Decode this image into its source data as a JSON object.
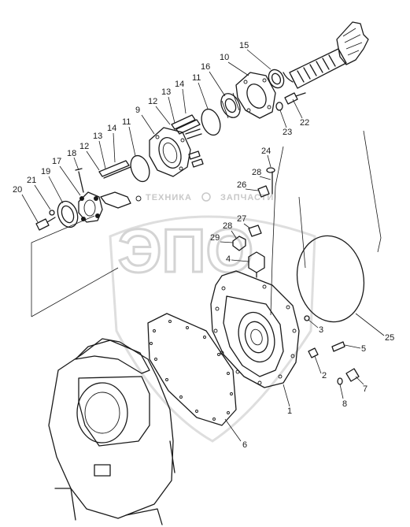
{
  "watermark": {
    "left_text": "ТЕХНИКА",
    "right_text": "ЗАПЧАСТИ",
    "logo_text": "ЭПО"
  },
  "callouts": [
    "1",
    "2",
    "3",
    "4",
    "5",
    "6",
    "7",
    "8",
    "9",
    "10",
    "11",
    "11",
    "12",
    "12",
    "13",
    "13",
    "14",
    "14",
    "15",
    "16",
    "17",
    "18",
    "19",
    "20",
    "21",
    "22",
    "23",
    "24",
    "25",
    "26",
    "27",
    "28",
    "28",
    "29"
  ]
}
